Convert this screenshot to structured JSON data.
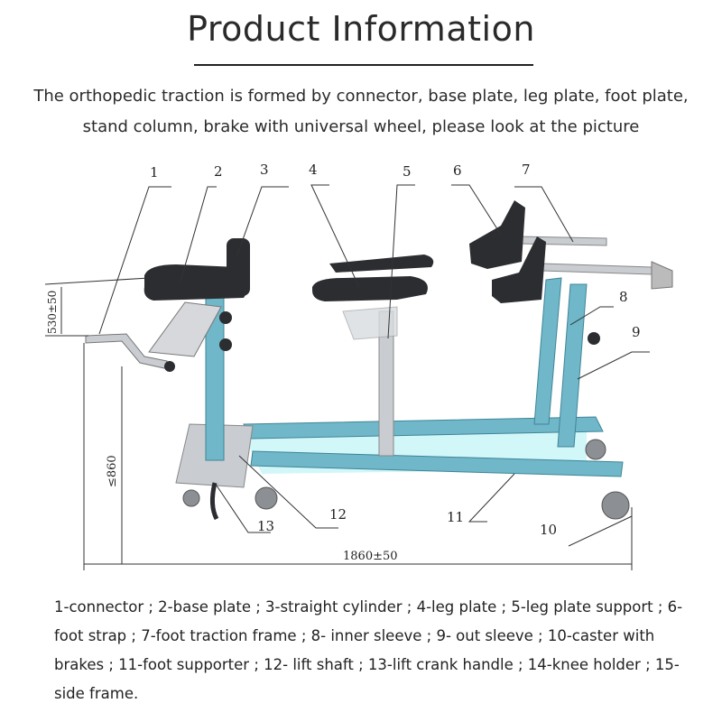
{
  "header": {
    "title": "Product Information",
    "intro": "The orthopedic traction is formed by connector, base plate, leg plate, foot plate, stand column, brake with universal wheel, please look at the picture"
  },
  "figure": {
    "callouts": [
      "1",
      "2",
      "3",
      "4",
      "5",
      "6",
      "7",
      "8",
      "9",
      "10",
      "11",
      "12",
      "13"
    ],
    "dimensions": {
      "height_range": "530±50",
      "max_height": "≤860",
      "length": "1860±50"
    }
  },
  "legend": {
    "text": "1-connector ; 2-base plate ; 3-straight cylinder ; 4-leg plate ; 5-leg plate support ; 6-foot strap ; 7-foot traction frame ; 8- inner sleeve ;   9- out sleeve ;   10-caster with brakes ; 11-foot supporter ; 12- lift shaft ; 13-lift crank handle ; 14-knee holder ; 15-side frame."
  },
  "colors": {
    "frame": "#6fb7c9",
    "frame_dark": "#3f8597",
    "pad": "#2b2d31",
    "steel": "#c9ccd0",
    "glow": "#bff3f7"
  }
}
